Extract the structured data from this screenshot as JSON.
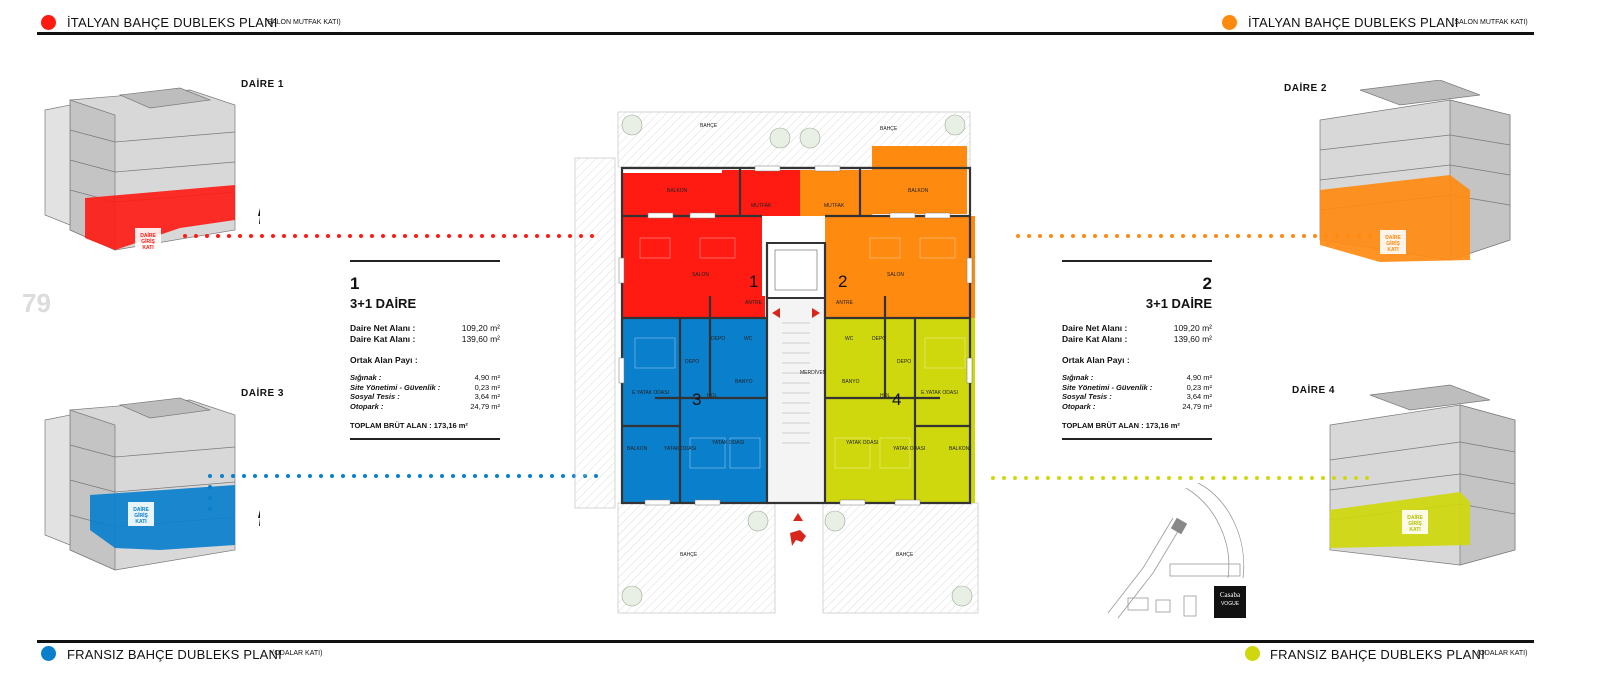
{
  "colors": {
    "red": "#ff1a12",
    "orange": "#ff8a10",
    "blue": "#0a7fcc",
    "yellow": "#cfd80c"
  },
  "headers": {
    "top_left": {
      "title": "İTALYAN BAHÇE DUBLEKS PLANI",
      "sub": "(SALON MUTFAK KATI)"
    },
    "top_right": {
      "title": "İTALYAN BAHÇE DUBLEKS PLANI",
      "sub": "(SALON MUTFAK KATI)"
    },
    "bottom_left": {
      "title": "FRANSIZ BAHÇE DUBLEKS PLANI",
      "sub": "(ODALAR KATI)"
    },
    "bottom_right": {
      "title": "FRANSIZ BAHÇE DUBLEKS PLANI",
      "sub": "(ODALAR KATI)"
    }
  },
  "page_number": "79",
  "daire_labels": {
    "d1": "DAİRE 1",
    "d2": "DAİRE 2",
    "d3": "DAİRE 3",
    "d4": "DAİRE 4"
  },
  "building_tag": "DAİRE GİRİŞ KATI",
  "info_left": {
    "number": "1",
    "type": "3+1 DAİRE",
    "net_label": "Daire Net Alanı :",
    "net_value": "109,20 m²",
    "kat_label": "Daire Kat Alanı :",
    "kat_value": "139,60 m²",
    "ortak": "Ortak Alan Payı :",
    "items": [
      {
        "label": "Sığınak :",
        "value": "4,90 m²"
      },
      {
        "label": "Site Yönetimi - Güvenlik :",
        "value": "0,23 m²"
      },
      {
        "label": "Sosyal Tesis :",
        "value": "3,64 m²"
      },
      {
        "label": "Otopark :",
        "value": "24,79 m²"
      }
    ],
    "total": "TOPLAM BRÜT ALAN : 173,16 m²"
  },
  "info_right": {
    "number": "2",
    "type": "3+1 DAİRE",
    "net_label": "Daire Net Alanı :",
    "net_value": "109,20 m²",
    "kat_label": "Daire Kat Alanı :",
    "kat_value": "139,60 m²",
    "ortak": "Ortak Alan Payı :",
    "items": [
      {
        "label": "Sığınak :",
        "value": "4,90 m²"
      },
      {
        "label": "Site Yönetimi - Güvenlik :",
        "value": "0,23 m²"
      },
      {
        "label": "Sosyal Tesis :",
        "value": "3,64 m²"
      },
      {
        "label": "Otopark :",
        "value": "24,79 m²"
      }
    ],
    "total": "TOPLAM BRÜT ALAN : 173,16 m²"
  },
  "plan": {
    "unit_numbers": [
      "1",
      "2",
      "3",
      "4"
    ],
    "rooms": {
      "bahce": "BAHÇE",
      "balkon": "BALKON",
      "mutfak": "MUTFAK",
      "salon": "SALON",
      "antre": "ANTRE",
      "depo": "DEPO",
      "wc": "WC",
      "merdiven": "MERDİVEN",
      "banyo": "BANYO",
      "hol": "HOL",
      "e_yatak": "E.YATAK ODASI",
      "yatak": "YATAK ODASI"
    }
  },
  "logo": {
    "line1": "Casaba",
    "line2": "VOGUE"
  }
}
